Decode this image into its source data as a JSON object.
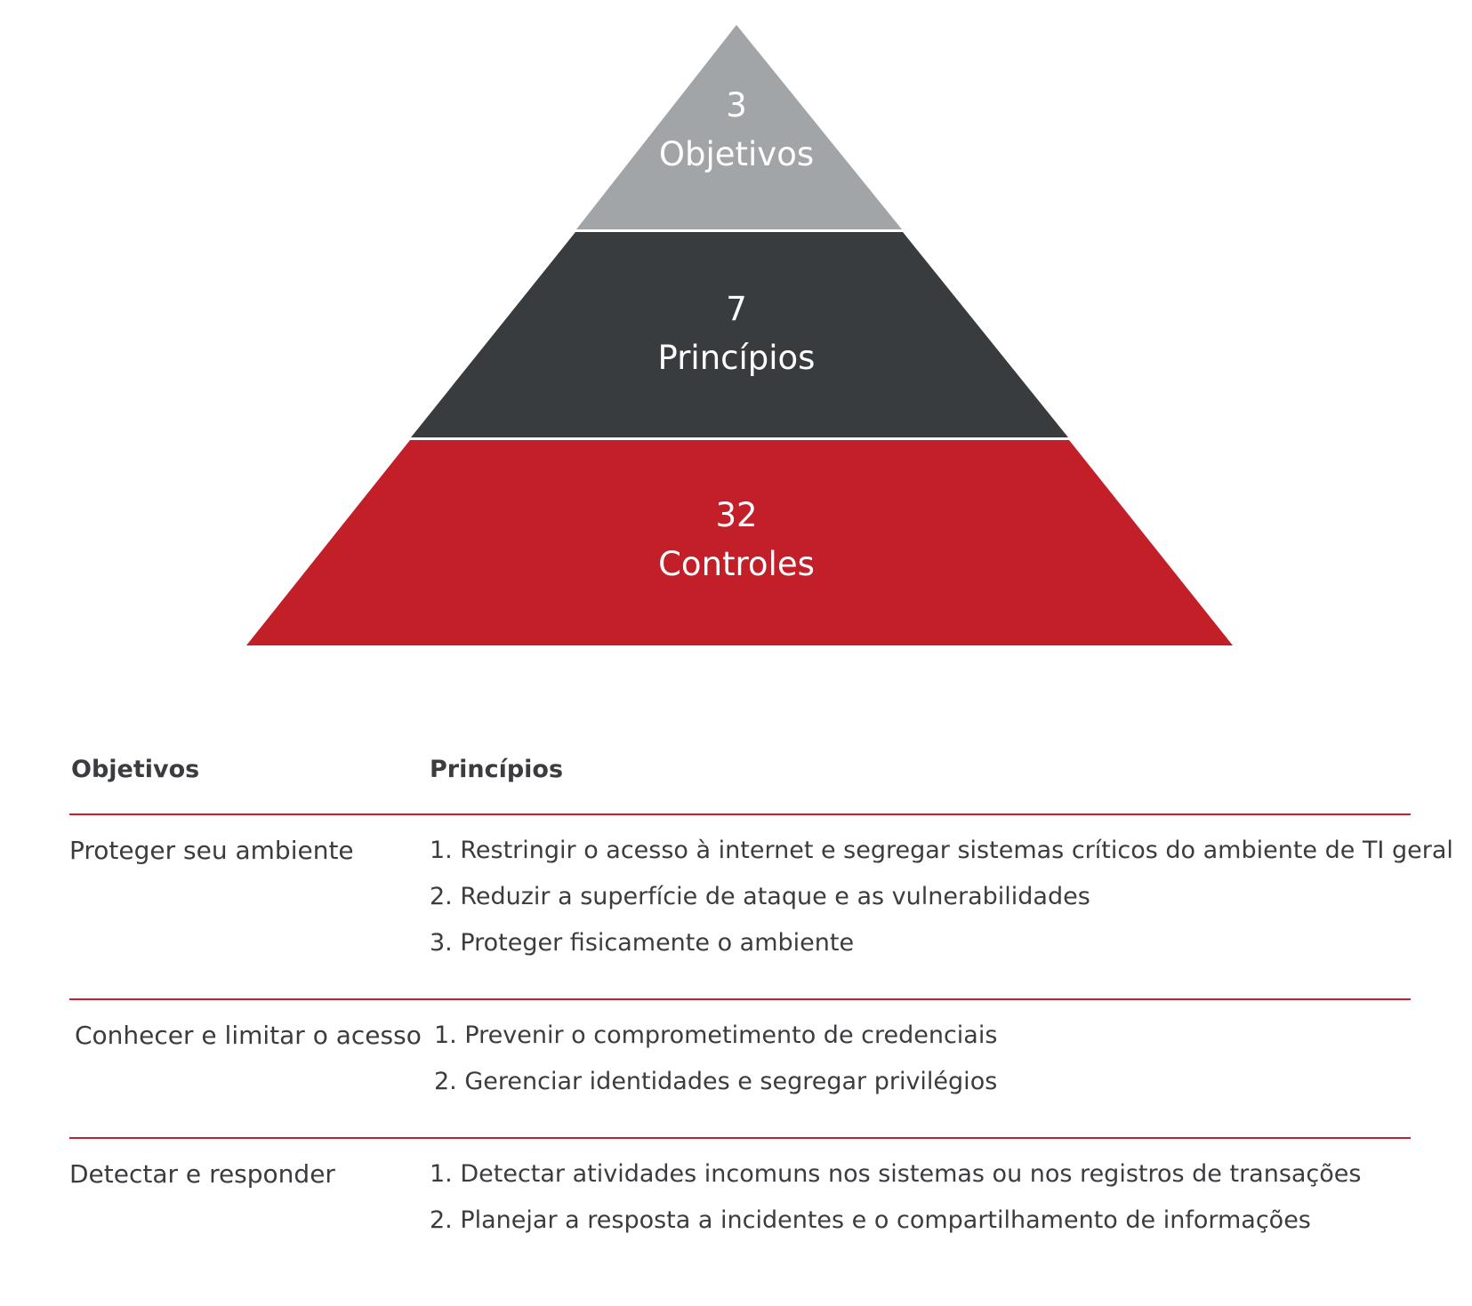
{
  "pyramid": {
    "tiers": [
      {
        "number": "3",
        "label": "Objetivos",
        "color": "#a2a5a8"
      },
      {
        "number": "7",
        "label": "Princípios",
        "color": "#393c3f"
      },
      {
        "number": "32",
        "label": "Controles",
        "color": "#c21f29"
      }
    ]
  },
  "table": {
    "header": {
      "objetivos": "Objetivos",
      "principios": "Princípios"
    },
    "rule_color": "#c3202b",
    "rows": [
      {
        "objetivo": "Proteger seu ambiente",
        "principios": [
          "1. Restringir o acesso à internet e segregar sistemas críticos do ambiente de TI geral",
          "2. Reduzir a superfície de ataque e as vulnerabilidades",
          "3. Proteger fisicamente o ambiente"
        ]
      },
      {
        "objetivo": "Conhecer e limitar o acesso",
        "principios": [
          "1. Prevenir o comprometimento de credenciais",
          "2. Gerenciar identidades e segregar privilégios"
        ]
      },
      {
        "objetivo": "Detectar e responder",
        "principios": [
          "1. Detectar atividades incomuns nos sistemas ou nos registros de transações",
          "2. Planejar a resposta a incidentes e o compartilhamento de informações"
        ]
      }
    ]
  }
}
